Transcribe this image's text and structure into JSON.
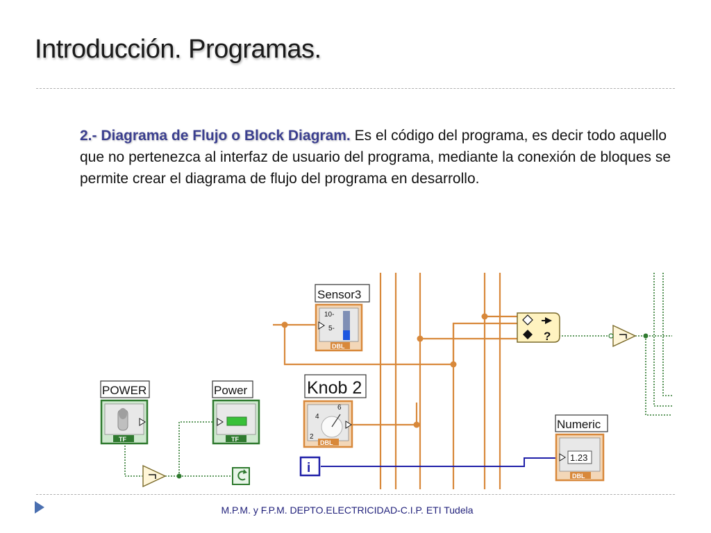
{
  "slide": {
    "title": "Introducción. Programas.",
    "lead": "2.- Diagrama de Flujo o Block Diagram.",
    "body": " Es el código del programa, es decir todo aquello que no pertenezca al interfaz de usuario del programa, mediante la conexión de bloques se permite crear el diagrama de flujo del programa en desarrollo.",
    "footer": "M.P.M. y F.P.M. DEPTO.ELECTRICIDAD-C.I.P. ETI Tudela"
  },
  "diagram": {
    "sensor_label": "Sensor3",
    "knob_label": "Knob 2",
    "power_switch_label": "POWER",
    "power_led_label": "Power",
    "numeric_label": "Numeric",
    "tf": "TF",
    "dbl": "DBL",
    "numeric_value": "1.23",
    "loop_index": "i",
    "scale_10": "10-",
    "scale_5": "5-",
    "knob_4": "4",
    "knob_6": "6",
    "knob_2": "2",
    "select_q": "?",
    "colors": {
      "orange_wire": "#d8883a",
      "green_wire": "#2f7a2f",
      "blue_wire": "#1e1ea8"
    }
  }
}
